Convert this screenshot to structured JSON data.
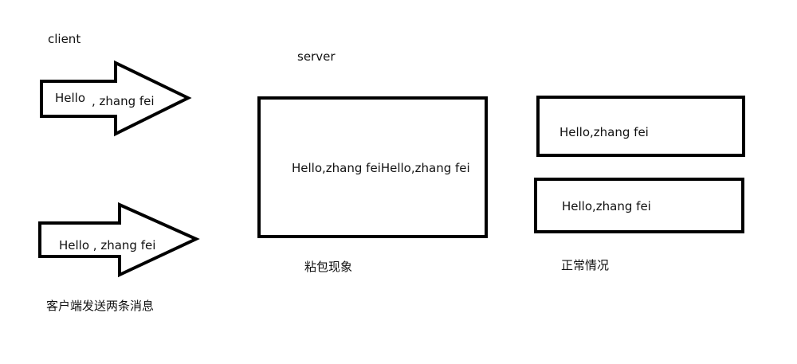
{
  "client_label": "client",
  "server_label": "server",
  "arrow_top": {
    "part1": "Hello",
    "part2": ", zhang fei"
  },
  "arrow_bottom": {
    "text": "Hello , zhang fei"
  },
  "server_box_text": "Hello,zhang feiHello,zhang fei",
  "normal_box_1_text": "Hello,zhang fei",
  "normal_box_2_text": "Hello,zhang fei",
  "sticky_packet_caption": "粘包现象",
  "normal_caption": "正常情况",
  "client_caption": "客户端发送两条消息"
}
